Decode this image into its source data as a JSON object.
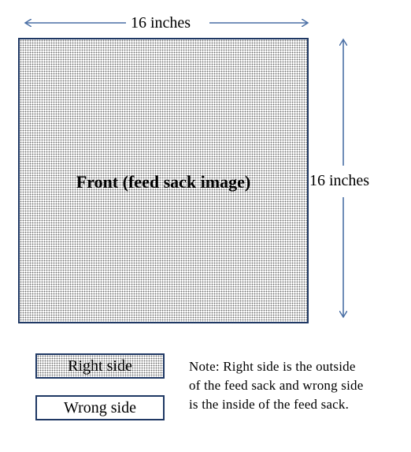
{
  "diagram": {
    "width_label": "16 inches",
    "height_label": "16 inches",
    "front_label": "Front (feed sack image)",
    "legend": {
      "right_side": "Right side",
      "wrong_side": "Wrong side"
    },
    "note": {
      "line1": "Note:  Right side is the outside",
      "line2": "of the feed sack and wrong side",
      "line3": "is the inside of the feed sack."
    },
    "colors": {
      "outline": "#1f3864",
      "arrow": "#4a6fa5",
      "dots": "#6e6e6e"
    }
  }
}
